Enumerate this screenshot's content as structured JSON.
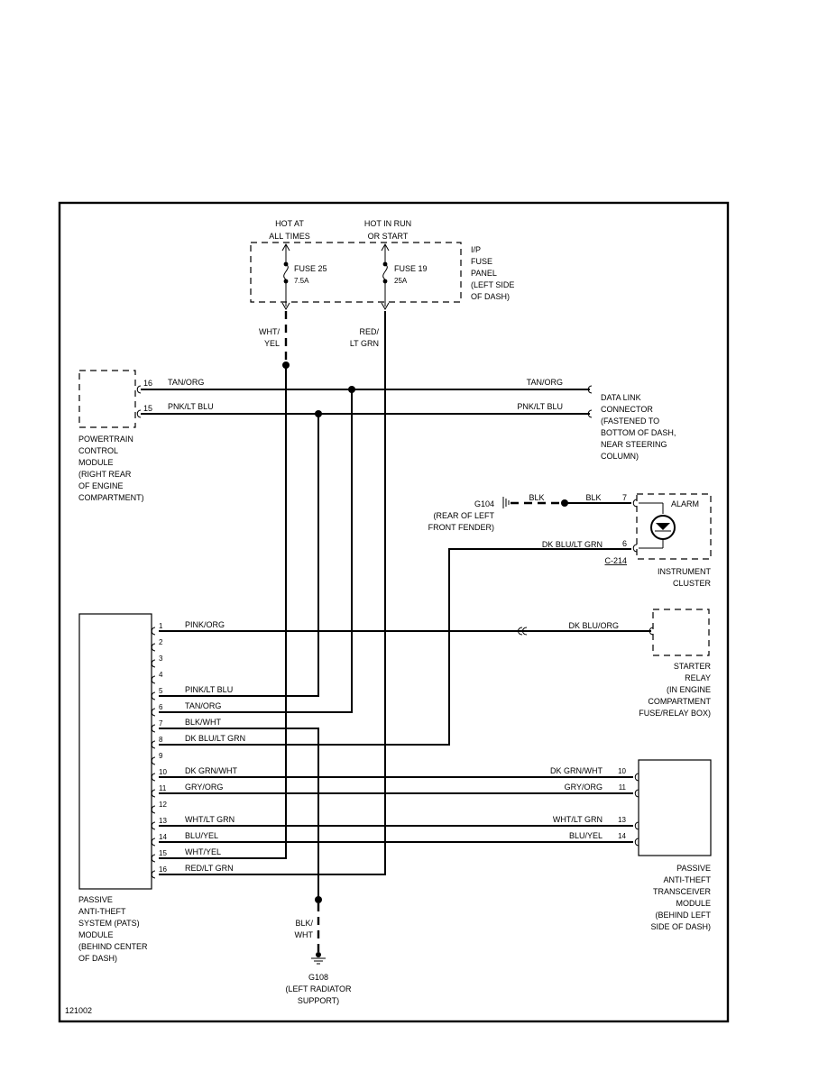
{
  "diagram_id": "121002",
  "fuse_panel": {
    "feed_left": [
      "HOT AT",
      "ALL TIMES"
    ],
    "feed_right": [
      "HOT IN RUN",
      "OR START"
    ],
    "fuse_left_name": "FUSE 25",
    "fuse_left_rating": "7.5A",
    "fuse_right_name": "FUSE 19",
    "fuse_right_rating": "25A",
    "panel_label": [
      "I/P",
      "FUSE",
      "PANEL",
      "(LEFT SIDE",
      "OF DASH)"
    ]
  },
  "feed_wires": {
    "left": [
      "WHT/",
      "YEL"
    ],
    "right": [
      "RED/",
      "LT GRN"
    ]
  },
  "pcm": {
    "label": [
      "POWERTRAIN",
      "CONTROL",
      "MODULE",
      "(RIGHT REAR",
      "OF ENGINE",
      "COMPARTMENT)"
    ],
    "pin_16": "16",
    "pin_15": "15",
    "wire_16": "TAN/ORG",
    "wire_15": "PNK/LT BLU"
  },
  "dlc": {
    "wire_top": "TAN/ORG",
    "wire_bottom": "PNK/LT BLU",
    "label": [
      "DATA LINK",
      "CONNECTOR",
      "(FASTENED TO",
      "BOTTOM OF DASH,",
      "NEAR STEERING",
      "COLUMN)"
    ]
  },
  "ground_g104": {
    "name": "G104",
    "location": [
      "(REAR OF LEFT",
      "FRONT FENDER)"
    ],
    "wire_left": "BLK",
    "wire_right": "BLK"
  },
  "cluster": {
    "pin_7": "7",
    "pin_6": "6",
    "alarm": "ALARM",
    "wire_6": "DK BLU/LT GRN",
    "connector": "C-214",
    "label": [
      "INSTRUMENT",
      "CLUSTER"
    ]
  },
  "starter_relay": {
    "wire": "DK BLU/ORG",
    "label": [
      "STARTER",
      "RELAY",
      "(IN ENGINE",
      "COMPARTMENT",
      "FUSE/RELAY BOX)"
    ]
  },
  "pats": {
    "label": [
      "PASSIVE",
      "ANTI-THEFT",
      "SYSTEM (PATS)",
      "MODULE",
      "(BEHIND CENTER",
      "OF DASH)"
    ],
    "pins": [
      {
        "num": "1",
        "wire": "PINK/ORG"
      },
      {
        "num": "2",
        "wire": ""
      },
      {
        "num": "3",
        "wire": ""
      },
      {
        "num": "4",
        "wire": ""
      },
      {
        "num": "5",
        "wire": "PINK/LT BLU"
      },
      {
        "num": "6",
        "wire": "TAN/ORG"
      },
      {
        "num": "7",
        "wire": "BLK/WHT"
      },
      {
        "num": "8",
        "wire": "DK BLU/LT GRN"
      },
      {
        "num": "9",
        "wire": ""
      },
      {
        "num": "10",
        "wire": "DK GRN/WHT"
      },
      {
        "num": "11",
        "wire": "GRY/ORG"
      },
      {
        "num": "12",
        "wire": ""
      },
      {
        "num": "13",
        "wire": "WHT/LT GRN"
      },
      {
        "num": "14",
        "wire": "BLU/YEL"
      },
      {
        "num": "15",
        "wire": "WHT/YEL"
      },
      {
        "num": "16",
        "wire": "RED/LT GRN"
      }
    ]
  },
  "transceiver": {
    "pins": [
      {
        "num": "10",
        "wire": "DK GRN/WHT"
      },
      {
        "num": "11",
        "wire": "GRY/ORG"
      },
      {
        "num": "13",
        "wire": "WHT/LT GRN"
      },
      {
        "num": "14",
        "wire": "BLU/YEL"
      }
    ],
    "label": [
      "PASSIVE",
      "ANTI-THEFT",
      "TRANSCEIVER",
      "MODULE",
      "(BEHIND LEFT",
      "SIDE OF DASH)"
    ]
  },
  "ground_g108": {
    "wire": [
      "BLK/",
      "WHT"
    ],
    "name": "G108",
    "location": [
      "(LEFT RADIATOR",
      "SUPPORT)"
    ]
  }
}
